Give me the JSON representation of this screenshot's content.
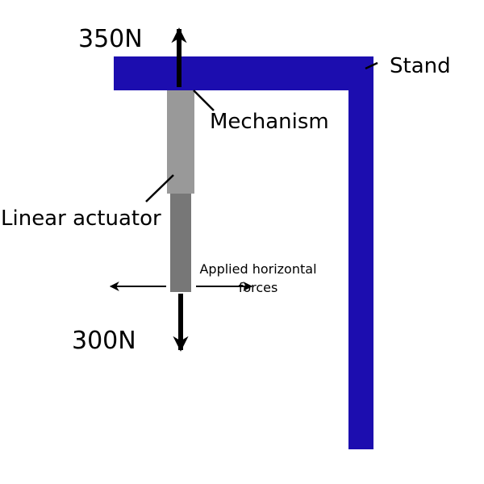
{
  "labels": {
    "top_force": "350N",
    "bottom_force": "300N",
    "stand": "Stand",
    "mechanism": "Mechanism",
    "linear_actuator": "Linear actuator",
    "horizontal_line1": "Applied horizontal",
    "horizontal_line2": "forces"
  },
  "colors": {
    "stand": "#1c0daf",
    "actuator_upper": "#999999",
    "actuator_lower": "#777777"
  }
}
